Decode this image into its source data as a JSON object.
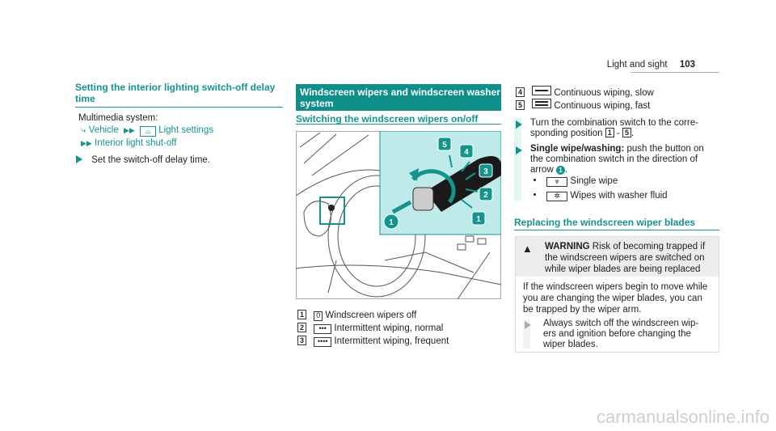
{
  "header": {
    "section": "Light and sight",
    "page": "103"
  },
  "left": {
    "heading": "Setting the interior lighting switch-off delay time",
    "heading_line1": "Setting the interior lighting switch-off delay",
    "heading_line2": "time",
    "intro": "Multimedia system:",
    "path": [
      "Vehicle",
      "Light settings",
      "Interior light shut-off"
    ],
    "step": "Set the switch-off delay time."
  },
  "middle": {
    "banner_line1": "Windscreen wipers and windscreen washer",
    "banner_line2": "system",
    "subheading": "Switching the windscreen wipers on/off",
    "callouts": [
      "1",
      "2",
      "3",
      "4",
      "5"
    ],
    "arrow_callout": "1",
    "positions": [
      {
        "num": "1",
        "symbol": "0",
        "label": "Windscreen wipers off"
      },
      {
        "num": "2",
        "symbol": "•••",
        "label": "Intermittent wiping, normal"
      },
      {
        "num": "3",
        "symbol": "••••",
        "label": "Intermittent wiping, frequent"
      }
    ]
  },
  "right": {
    "positions": [
      {
        "num": "4",
        "label": "Continuous wiping, slow"
      },
      {
        "num": "5",
        "label": "Continuous wiping, fast"
      }
    ],
    "step1_a": "Turn the combination switch to the corre-",
    "step1_b": "sponding position",
    "range_from": "1",
    "range_sep": "-",
    "range_to": "5",
    "step2_bold": "Single wipe/washing:",
    "step2_a": " push the button on",
    "step2_b": "the combination switch in the direction of",
    "step2_c": "arrow",
    "step2_arrow": "1",
    "bullets": [
      "Single wipe",
      "Wipes with washer fluid"
    ],
    "heading": "Replacing the windscreen wiper blades",
    "warning": {
      "label": "WARNING",
      "title_a": " Risk of becoming trapped if",
      "title_b": "the windscreen wipers are switched on",
      "title_c": "while wiper blades are being replaced",
      "body_a": "If the windscreen wipers begin to move while",
      "body_b": "you are changing the wiper blades, you can",
      "body_c": "be trapped by the wiper arm.",
      "step_a": "Always switch off the windscreen wip-",
      "step_b": "ers and ignition before changing the",
      "step_c": "wiper blades."
    }
  },
  "watermark": "carmanualsonline.info",
  "colors": {
    "accent": "#13948f",
    "banner": "#0f8f8a",
    "inset": "#bfeaea",
    "warning_bg": "#ececec"
  }
}
